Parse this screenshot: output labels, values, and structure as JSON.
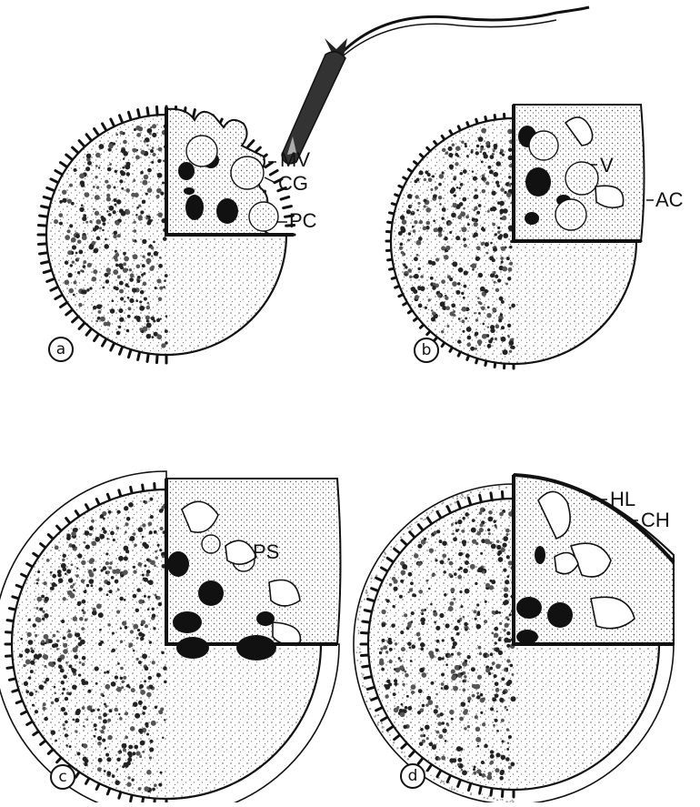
{
  "panels": [
    {
      "letter": "a",
      "labels": [
        "MV",
        "CG",
        "PC"
      ]
    },
    {
      "letter": "b",
      "labels": [
        "V",
        "AC"
      ]
    },
    {
      "letter": "c",
      "labels": [
        "PS"
      ]
    },
    {
      "letter": "d",
      "labels": [
        "HL",
        "CH"
      ]
    }
  ],
  "colors": {
    "ink": "#111111",
    "paper": "#ffffff",
    "stipple": "#555555"
  }
}
